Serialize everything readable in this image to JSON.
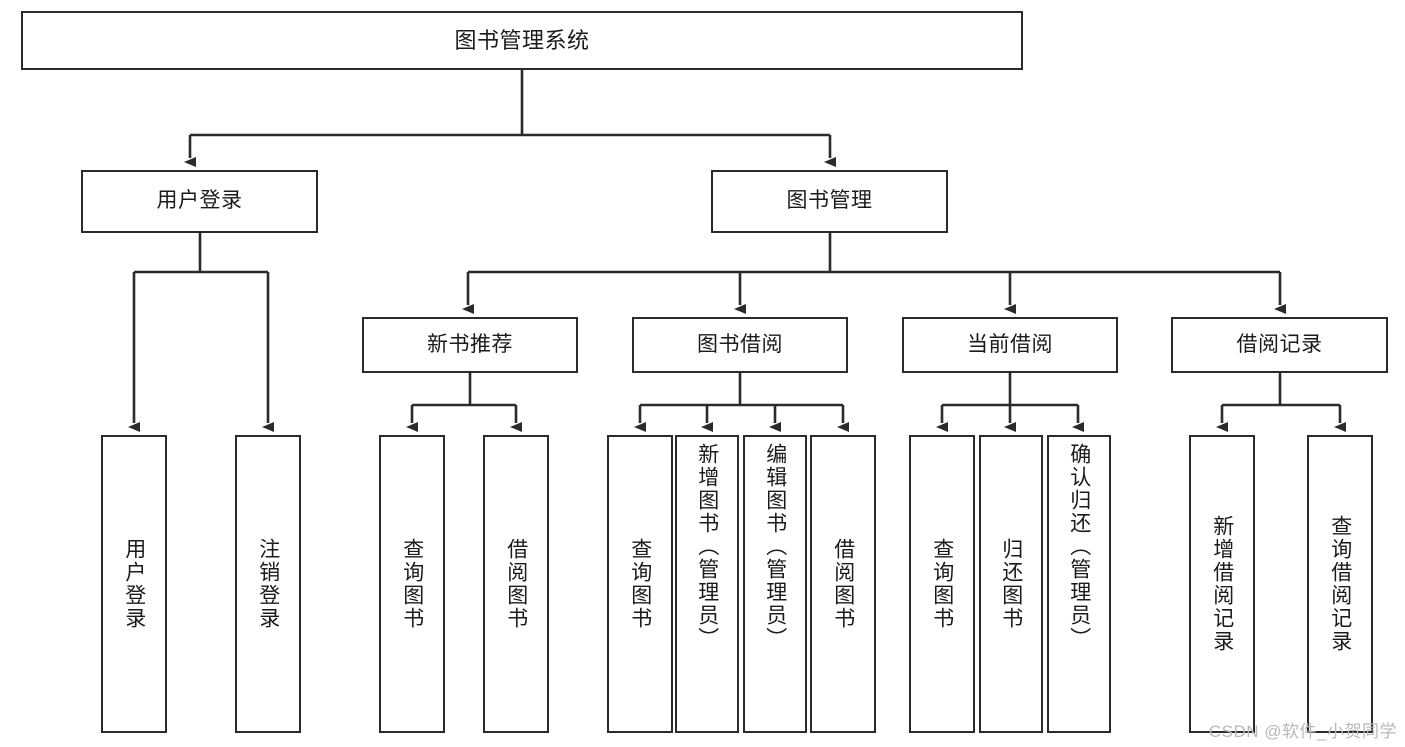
{
  "diagram": {
    "title_node": {
      "label": "图书管理系统"
    },
    "level2": [
      {
        "id": "user-login",
        "label": "用户登录"
      },
      {
        "id": "book-manage",
        "label": "图书管理"
      }
    ],
    "level3": [
      {
        "id": "new-book-recommend",
        "label": "新书推荐"
      },
      {
        "id": "book-borrow",
        "label": "图书借阅"
      },
      {
        "id": "current-borrow",
        "label": "当前借阅"
      },
      {
        "id": "borrow-record",
        "label": "借阅记录"
      }
    ],
    "leaves": [
      {
        "id": "leaf-user-login",
        "label": "用户登录"
      },
      {
        "id": "leaf-logout",
        "label": "注销登录"
      },
      {
        "id": "leaf-query-book-1",
        "label": "查询图书"
      },
      {
        "id": "leaf-borrow-book-1",
        "label": "借阅图书"
      },
      {
        "id": "leaf-query-book-2",
        "label": "查询图书"
      },
      {
        "id": "leaf-add-book-admin",
        "label": "新增图书（管理员）"
      },
      {
        "id": "leaf-edit-book-admin",
        "label": "编辑图书（管理员）"
      },
      {
        "id": "leaf-borrow-book-2",
        "label": "借阅图书"
      },
      {
        "id": "leaf-query-book-3",
        "label": "查询图书"
      },
      {
        "id": "leaf-return-book",
        "label": "归还图书"
      },
      {
        "id": "leaf-confirm-return-admin",
        "label": "确认归还（管理员）"
      },
      {
        "id": "leaf-add-borrow-record",
        "label": "新增借阅记录"
      },
      {
        "id": "leaf-query-borrow-record",
        "label": "查询借阅记录"
      }
    ],
    "watermark": "CSDN @软件_小贺同学",
    "colors": {
      "stroke": "#2b2b2b",
      "fill": "#ffffff",
      "text": "#1b1b1b",
      "watermark": "#b9b9b9"
    }
  },
  "chart_data": {
    "type": "tree",
    "title": "图书管理系统",
    "orientation": "top-down",
    "nodes": [
      {
        "id": "root",
        "label": "图书管理系统",
        "level": 0,
        "parent": null
      },
      {
        "id": "user-login",
        "label": "用户登录",
        "level": 1,
        "parent": "root"
      },
      {
        "id": "book-manage",
        "label": "图书管理",
        "level": 1,
        "parent": "root"
      },
      {
        "id": "leaf-user-login",
        "label": "用户登录",
        "level": 2,
        "parent": "user-login"
      },
      {
        "id": "leaf-logout",
        "label": "注销登录",
        "level": 2,
        "parent": "user-login"
      },
      {
        "id": "new-book-recommend",
        "label": "新书推荐",
        "level": 2,
        "parent": "book-manage"
      },
      {
        "id": "book-borrow",
        "label": "图书借阅",
        "level": 2,
        "parent": "book-manage"
      },
      {
        "id": "current-borrow",
        "label": "当前借阅",
        "level": 2,
        "parent": "book-manage"
      },
      {
        "id": "borrow-record",
        "label": "借阅记录",
        "level": 2,
        "parent": "book-manage"
      },
      {
        "id": "leaf-query-book-1",
        "label": "查询图书",
        "level": 3,
        "parent": "new-book-recommend"
      },
      {
        "id": "leaf-borrow-book-1",
        "label": "借阅图书",
        "level": 3,
        "parent": "new-book-recommend"
      },
      {
        "id": "leaf-query-book-2",
        "label": "查询图书",
        "level": 3,
        "parent": "book-borrow"
      },
      {
        "id": "leaf-add-book-admin",
        "label": "新增图书（管理员）",
        "level": 3,
        "parent": "book-borrow"
      },
      {
        "id": "leaf-edit-book-admin",
        "label": "编辑图书（管理员）",
        "level": 3,
        "parent": "book-borrow"
      },
      {
        "id": "leaf-borrow-book-2",
        "label": "借阅图书",
        "level": 3,
        "parent": "book-borrow"
      },
      {
        "id": "leaf-query-book-3",
        "label": "查询图书",
        "level": 3,
        "parent": "current-borrow"
      },
      {
        "id": "leaf-return-book",
        "label": "归还图书",
        "level": 3,
        "parent": "current-borrow"
      },
      {
        "id": "leaf-confirm-return-admin",
        "label": "确认归还（管理员）",
        "level": 3,
        "parent": "current-borrow"
      },
      {
        "id": "leaf-add-borrow-record",
        "label": "新增借阅记录",
        "level": 3,
        "parent": "borrow-record"
      },
      {
        "id": "leaf-query-borrow-record",
        "label": "查询借阅记录",
        "level": 3,
        "parent": "borrow-record"
      }
    ]
  }
}
